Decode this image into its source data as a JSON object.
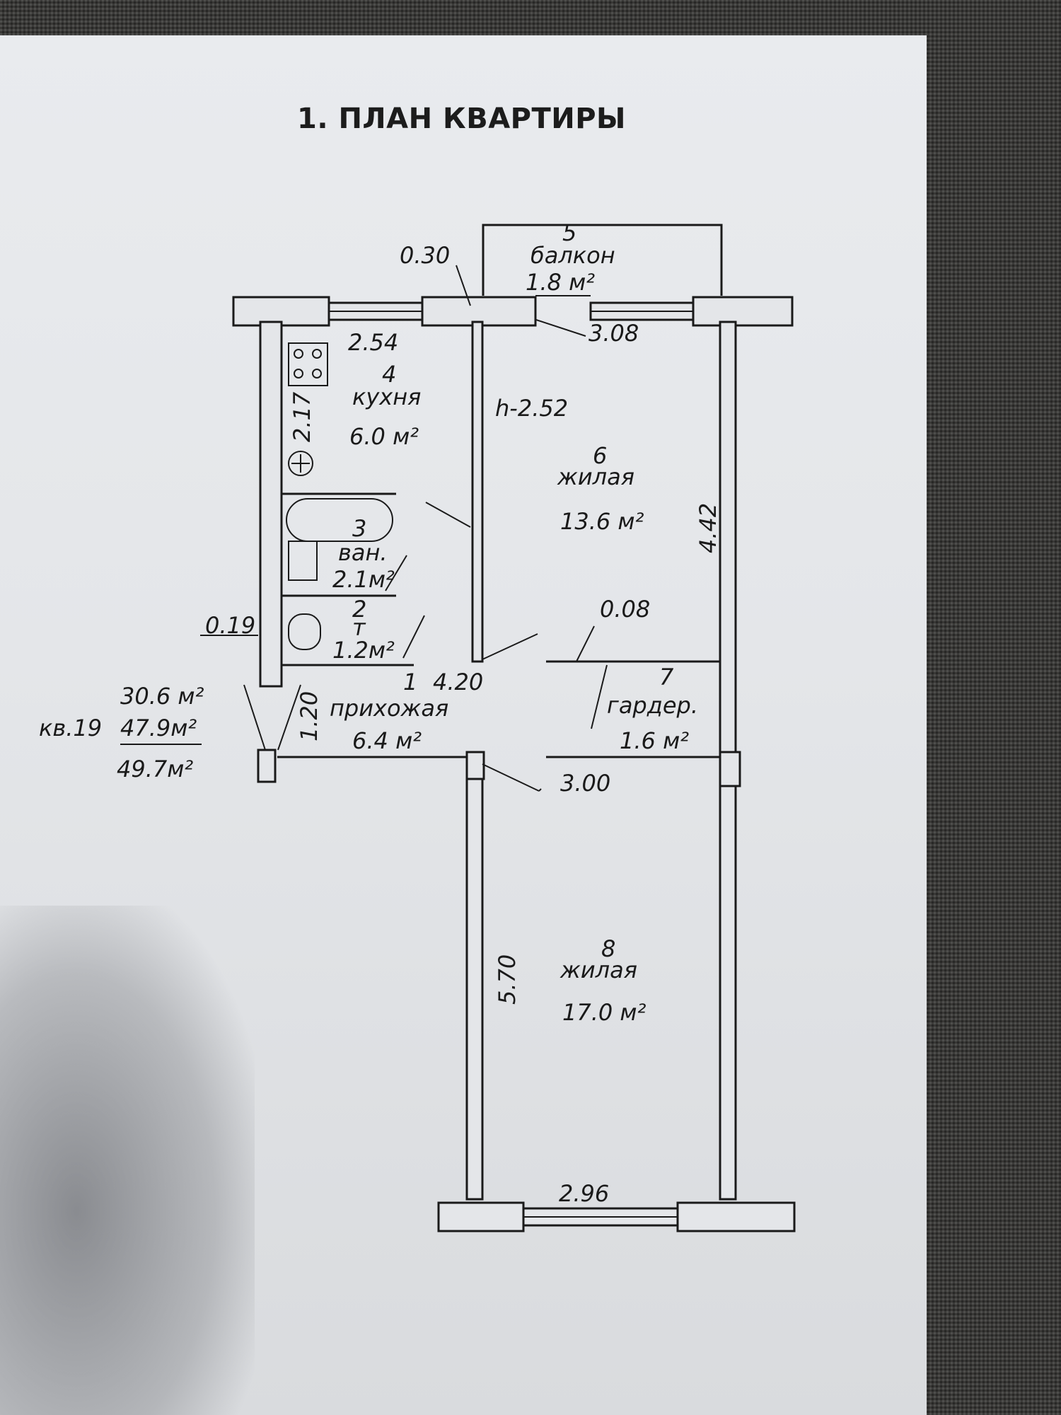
{
  "document": {
    "title": "1. ПЛАН КВАРТИРЫ"
  },
  "apartment": {
    "label": "кв.19",
    "living_area": "30.6 м²",
    "total_area": "47.9м²",
    "total_with_balcony": "49.7м²"
  },
  "rooms": {
    "hall": {
      "number": "1",
      "name": "прихожая",
      "area": "6.4 м²"
    },
    "toilet": {
      "number": "2",
      "name": "т",
      "area": "1.2м²"
    },
    "bath": {
      "number": "3",
      "name": "ван.",
      "area": "2.1м²"
    },
    "kitchen": {
      "number": "4",
      "name": "кухня",
      "area": "6.0 м²"
    },
    "balcony": {
      "number": "5",
      "name": "балкон",
      "area": "1.8 м²"
    },
    "living6": {
      "number": "6",
      "name": "жилая",
      "area": "13.6 м²"
    },
    "wardrobe": {
      "number": "7",
      "name": "гардер.",
      "area": "1.6 м²"
    },
    "living8": {
      "number": "8",
      "name": "жилая",
      "area": "17.0 м²"
    }
  },
  "dimensions": {
    "balcony_wall": "0.30",
    "kitchen_width": "2.54",
    "kitchen_depth": "2.17",
    "room6_width": "3.08",
    "ceiling_height": "h-2.52",
    "room6_length": "4.42",
    "partition": "0.08",
    "wall_019": "0.19",
    "hall_length": "4.20",
    "hall_width": "1.20",
    "door_300": "3.00",
    "room8_length": "5.70",
    "room8_width": "2.96"
  }
}
